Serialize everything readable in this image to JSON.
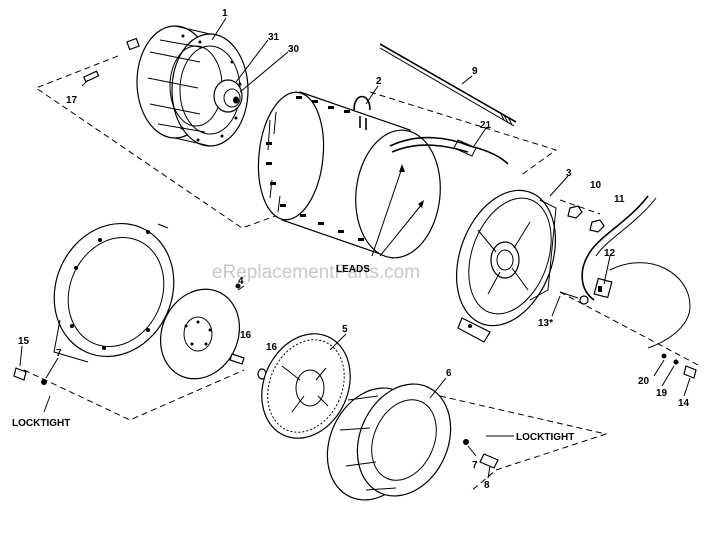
{
  "watermark": "eReplacementParts.com",
  "labels": {
    "leads": "LEADS",
    "locktight_left": "LOCKTIGHT",
    "locktight_right": "LOCKTIGHT"
  },
  "callouts": {
    "c1": "1",
    "c31": "31",
    "c30": "30",
    "c17": "17",
    "c2": "2",
    "c9": "9",
    "c21": "21",
    "c3": "3",
    "c10": "10",
    "c11": "11",
    "c12": "12",
    "c13": "13*",
    "c4": "4",
    "c16a": "16",
    "c16b": "16",
    "c5": "5",
    "c6": "6",
    "c15": "15",
    "c7a": "7",
    "c7b": "7",
    "c8": "8",
    "c20": "20",
    "c19": "19",
    "c14": "14"
  }
}
